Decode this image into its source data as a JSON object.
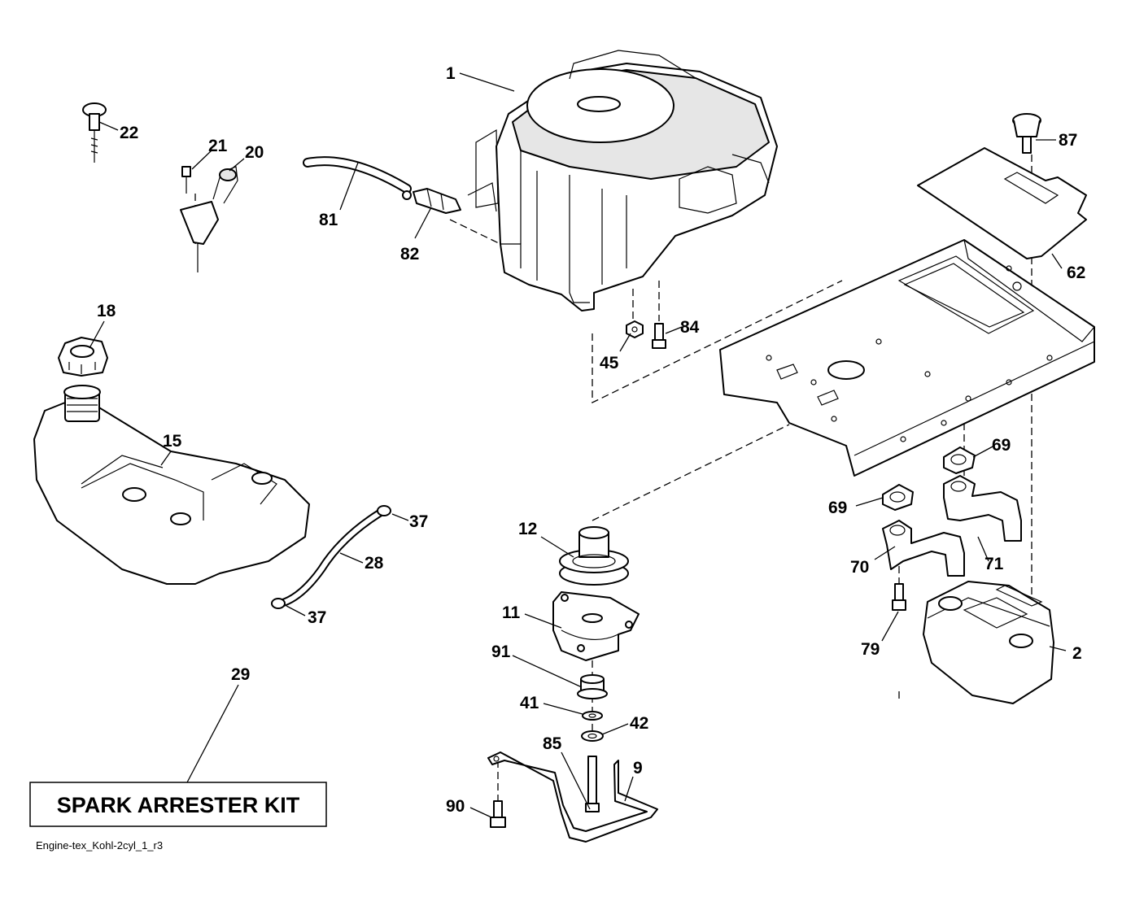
{
  "diagram": {
    "reference_code": "Engine-tex_Kohl-2cyl_1_r3",
    "kit_label": "SPARK ARRESTER KIT",
    "callouts": {
      "c1": "1",
      "c2": "2",
      "c9": "9",
      "c11": "11",
      "c12": "12",
      "c15": "15",
      "c18": "18",
      "c20": "20",
      "c21": "21",
      "c22": "22",
      "c28": "28",
      "c29": "29",
      "c37a": "37",
      "c37b": "37",
      "c41": "41",
      "c42": "42",
      "c45": "45",
      "c62": "62",
      "c69a": "69",
      "c69b": "69",
      "c70": "70",
      "c71": "71",
      "c79": "79",
      "c81": "81",
      "c82": "82",
      "c84": "84",
      "c85": "85",
      "c87": "87",
      "c90": "90",
      "c91": "91"
    }
  }
}
